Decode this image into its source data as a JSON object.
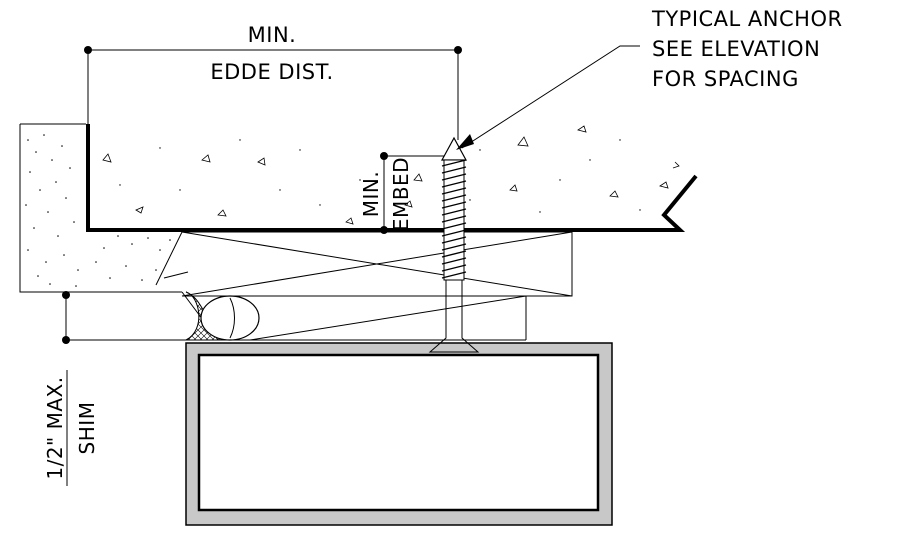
{
  "labels": {
    "min_edge_line1": "MIN.",
    "min_edge_line2": "EDDE DIST.",
    "anchor_line1": "TYPICAL ANCHOR",
    "anchor_line2": "SEE ELEVATION",
    "anchor_line3": "FOR SPACING",
    "embed_line1": "MIN.",
    "embed_line2": "EMBED",
    "shim_line1": "1/2\" MAX.",
    "shim_line2": "SHIM"
  }
}
